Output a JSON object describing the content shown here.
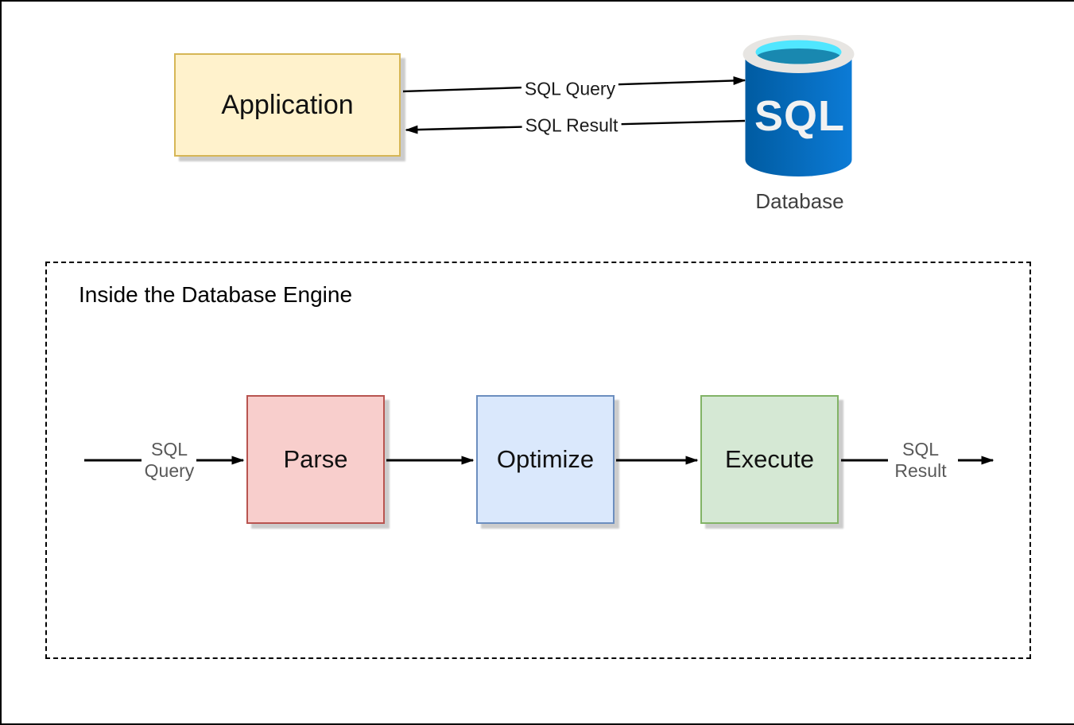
{
  "top_flow": {
    "application": {
      "label": "Application"
    },
    "query_arrow": {
      "label": "SQL Query"
    },
    "result_arrow": {
      "label": "SQL Result"
    },
    "database": {
      "icon_text": "SQL",
      "caption": "Database"
    }
  },
  "engine": {
    "title": "Inside the Database Engine",
    "input_label": "SQL Query",
    "output_label": "SQL Result",
    "stages": [
      {
        "label": "Parse"
      },
      {
        "label": "Optimize"
      },
      {
        "label": "Execute"
      }
    ]
  },
  "colors": {
    "application_fill": "#FFF2CC",
    "application_stroke": "#D6B656",
    "parse_fill": "#F8CECC",
    "parse_stroke": "#B85450",
    "optimize_fill": "#DAE8FC",
    "optimize_stroke": "#6C8EBF",
    "execute_fill": "#D5E8D4",
    "execute_stroke": "#82B366",
    "database_blue_dark": "#005BA1",
    "database_blue_light": "#0C7BD6",
    "database_rim": "#E7E5E2",
    "database_opening_cyan": "#50E6FF",
    "database_opening_teal": "#1988B0",
    "arrow_color": "#000000",
    "muted_label_color": "#595959"
  }
}
